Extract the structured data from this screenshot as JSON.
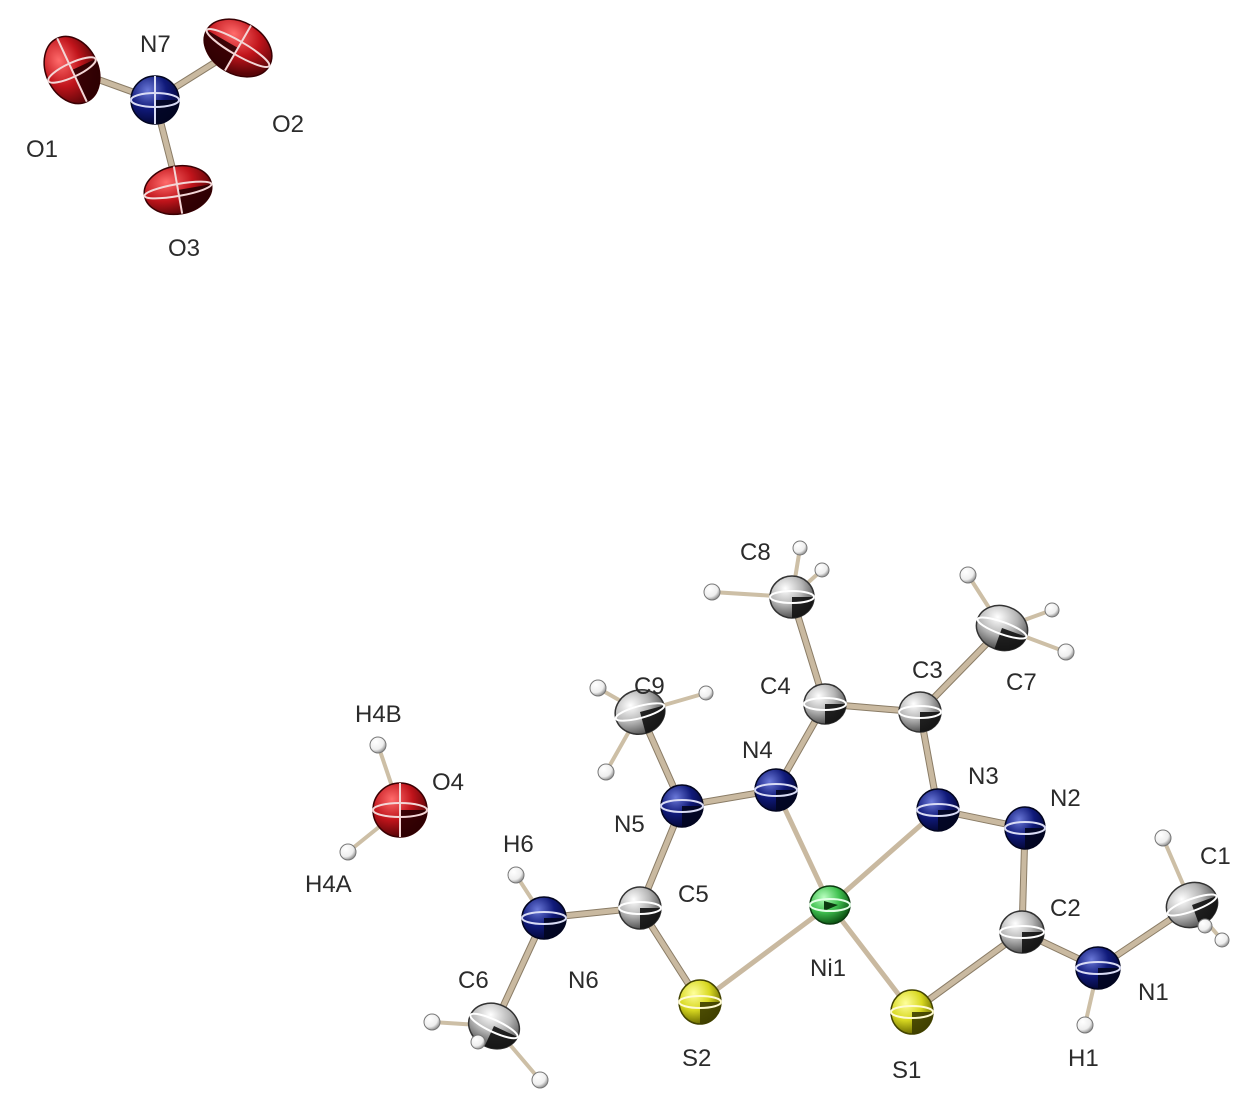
{
  "colors": {
    "O": "#c0141b",
    "N": "#101a7a",
    "C": "#a8a8a8",
    "S": "#d8d820",
    "Ni": "#3fc04f",
    "H": "#ffffff",
    "bond": "#c9b9a0"
  },
  "atoms": {
    "O1": {
      "label": "O1",
      "element": "O"
    },
    "O2": {
      "label": "O2",
      "element": "O"
    },
    "O3": {
      "label": "O3",
      "element": "O"
    },
    "N7": {
      "label": "N7",
      "element": "N"
    },
    "O4": {
      "label": "O4",
      "element": "O"
    },
    "H4A": {
      "label": "H4A",
      "element": "H"
    },
    "H4B": {
      "label": "H4B",
      "element": "H"
    },
    "C8": {
      "label": "C8",
      "element": "C"
    },
    "C9": {
      "label": "C9",
      "element": "C"
    },
    "C4": {
      "label": "C4",
      "element": "C"
    },
    "C3": {
      "label": "C3",
      "element": "C"
    },
    "C7": {
      "label": "C7",
      "element": "C"
    },
    "N4": {
      "label": "N4",
      "element": "N"
    },
    "N3": {
      "label": "N3",
      "element": "N"
    },
    "N2": {
      "label": "N2",
      "element": "N"
    },
    "N5": {
      "label": "N5",
      "element": "N"
    },
    "H6": {
      "label": "H6",
      "element": "H"
    },
    "C5": {
      "label": "C5",
      "element": "C"
    },
    "C1": {
      "label": "C1",
      "element": "C"
    },
    "Ni1": {
      "label": "Ni1",
      "element": "Ni"
    },
    "C2": {
      "label": "C2",
      "element": "C"
    },
    "N6": {
      "label": "N6",
      "element": "N"
    },
    "C6": {
      "label": "C6",
      "element": "C"
    },
    "N1": {
      "label": "N1",
      "element": "N"
    },
    "S2": {
      "label": "S2",
      "element": "S"
    },
    "S1": {
      "label": "S1",
      "element": "S"
    },
    "H1": {
      "label": "H1",
      "element": "H"
    }
  }
}
